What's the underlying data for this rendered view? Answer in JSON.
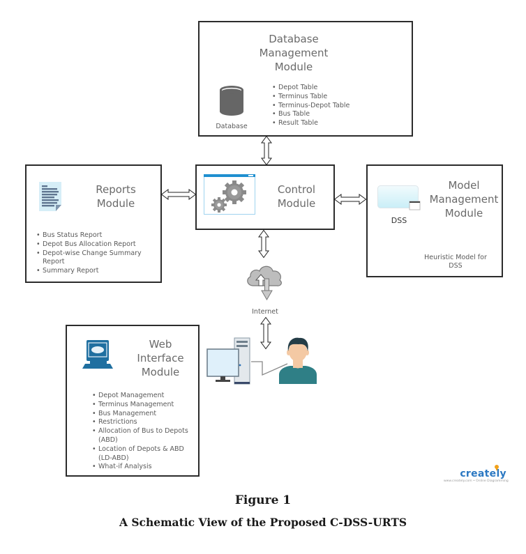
{
  "database_module": {
    "title_lines": [
      "Database",
      "Management",
      "Module"
    ],
    "icon_label": "Database",
    "items": [
      "Depot Table",
      "Terminus Table",
      "Terminus-Depot Table",
      "Bus Table",
      "Result Table"
    ]
  },
  "reports_module": {
    "title_lines": [
      "Reports",
      "Module"
    ],
    "items": [
      "Bus Status Report",
      "Depot Bus Allocation Report",
      "Depot-wise Change Summary Report",
      "Summary Report"
    ]
  },
  "control_module": {
    "title_lines": [
      "Control",
      "Module"
    ]
  },
  "model_module": {
    "title_lines": [
      "Model",
      "Management",
      "Module"
    ],
    "icon_label": "DSS",
    "note_lines": [
      "Heuristic Model for",
      "DSS"
    ]
  },
  "internet": {
    "label": "Internet"
  },
  "web_module": {
    "title_lines": [
      "Web",
      "Interface",
      "Module"
    ],
    "items": [
      "Depot Management",
      "Terminus Management",
      "Bus Management",
      "Restrictions",
      "Allocation of Bus to Depots (ABD)",
      "Location of Depots & ABD (LD-ABD)",
      "What-if Analysis"
    ]
  },
  "watermark": {
    "brand": "creately",
    "tagline": "www.creately.com • Online Diagramming"
  },
  "caption": {
    "figure": "Figure 1",
    "title": "A Schematic View of the Proposed C-DSS-URTS"
  },
  "colors": {
    "border": "#2b2b2b",
    "title_text": "#6a6a6a",
    "db_icon": "#666666",
    "web_icon": "#1f6fa0",
    "person_shirt": "#2f7f86",
    "brand_blue": "#2b78c2",
    "brand_orange": "#f2a21b"
  }
}
